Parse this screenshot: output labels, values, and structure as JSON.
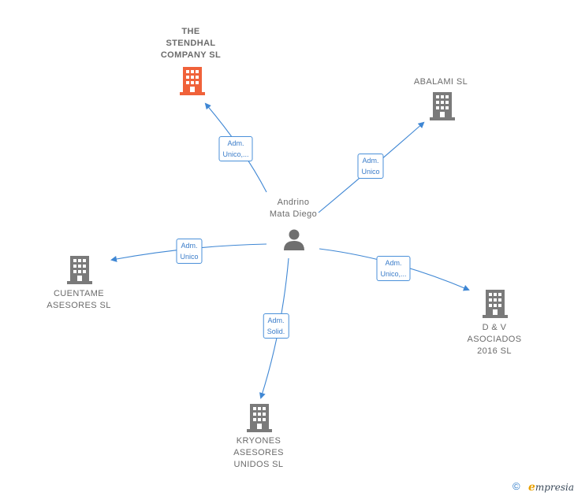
{
  "center": {
    "name_line1": "Andrino",
    "name_line2": "Mata Diego",
    "icon": "person-icon"
  },
  "nodes": [
    {
      "id": "the-stendhal-company",
      "lines": [
        "THE",
        "STENDHAL",
        "COMPANY  SL"
      ],
      "icon": "building-icon",
      "color": "#f0623a"
    },
    {
      "id": "abalami",
      "lines": [
        "ABALAMI  SL"
      ],
      "icon": "building-icon",
      "color": "#7a7a7a"
    },
    {
      "id": "cuentame-asesores",
      "lines": [
        "CUENTAME",
        "ASESORES  SL"
      ],
      "icon": "building-icon",
      "color": "#7a7a7a"
    },
    {
      "id": "d-v-asociados",
      "lines": [
        "D & V",
        "ASOCIADOS",
        "2016  SL"
      ],
      "icon": "building-icon",
      "color": "#7a7a7a"
    },
    {
      "id": "kryones-asesores",
      "lines": [
        "KRYONES",
        "ASESORES",
        "UNIDOS  SL"
      ],
      "icon": "building-icon",
      "color": "#7a7a7a"
    }
  ],
  "edges": [
    {
      "to": "the-stendhal-company",
      "lines": [
        "Adm.",
        "Unico,..."
      ]
    },
    {
      "to": "abalami",
      "lines": [
        "Adm.",
        "Unico"
      ]
    },
    {
      "to": "cuentame-asesores",
      "lines": [
        "Adm.",
        "Unico"
      ]
    },
    {
      "to": "d-v-asociados",
      "lines": [
        "Adm.",
        "Unico,..."
      ]
    },
    {
      "to": "kryones-asesores",
      "lines": [
        "Adm.",
        "Solid."
      ]
    }
  ],
  "colors": {
    "edge": "#3f87d4",
    "node_default": "#7a7a7a",
    "node_highlight": "#f0623a",
    "person": "#6f6f6f"
  },
  "footer": {
    "copyright": "©",
    "brand_initial": "e",
    "brand_rest": "mpresia"
  }
}
